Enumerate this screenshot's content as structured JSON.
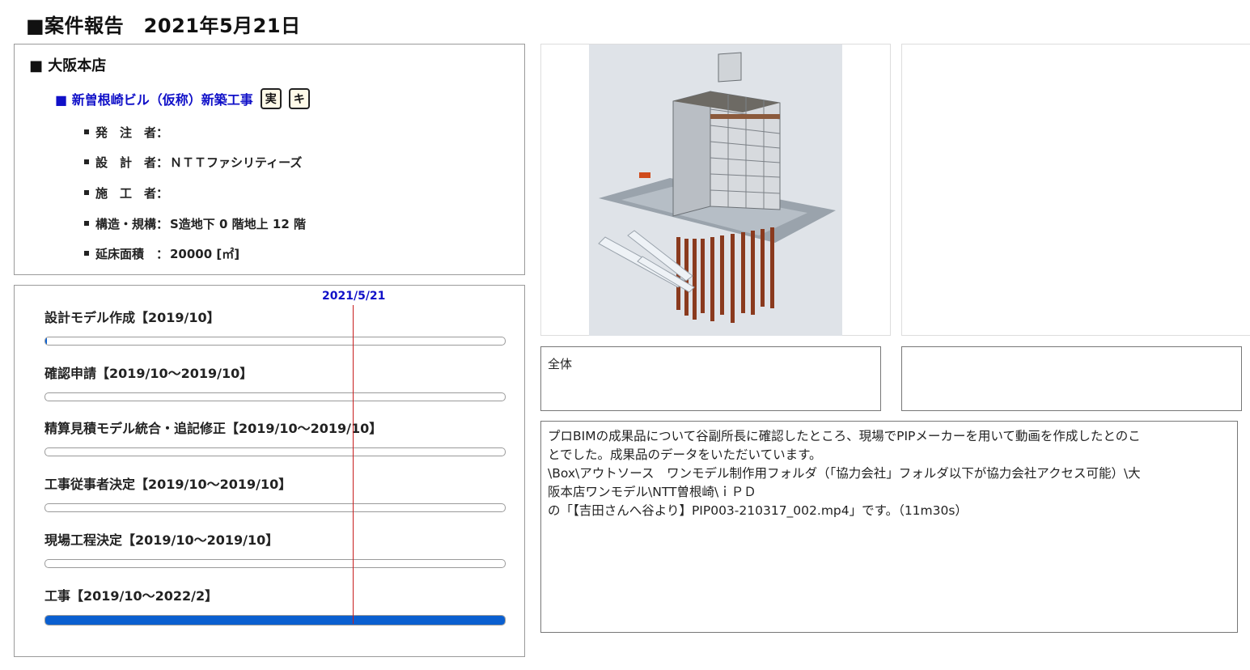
{
  "header": {
    "title": "■案件報告　2021年5月21日"
  },
  "info": {
    "branch": "■ 大阪本店",
    "project": {
      "name": "■ 新曽根崎ビル（仮称）新築工事",
      "tags": [
        "実",
        "キ"
      ]
    },
    "fields": [
      {
        "label": "発　注　者：",
        "value": ""
      },
      {
        "label": "設　計　者：",
        "value": "ＮＴＴファシリティーズ"
      },
      {
        "label": "施　工　者：",
        "value": ""
      },
      {
        "label": "構造・規構：",
        "value": "S造地下 0 階地上 12 階"
      },
      {
        "label": "延床面積　：",
        "value": "20000 [㎡]"
      }
    ]
  },
  "schedule": {
    "today_label": "2021/5/21",
    "tasks": [
      {
        "label": "設計モデル作成【2019/10】",
        "progress": 0.004
      },
      {
        "label": "確認申請【2019/10～2019/10】",
        "progress": 0
      },
      {
        "label": "精算見積モデル統合・追記修正【2019/10～2019/10】",
        "progress": 0
      },
      {
        "label": "工事従事者決定【2019/10～2019/10】",
        "progress": 0
      },
      {
        "label": "現場工程決定【2019/10～2019/10】",
        "progress": 0
      },
      {
        "label": "工事【2019/10～2022/2】",
        "progress": 1.0
      }
    ]
  },
  "images": {
    "caption1": "全体",
    "caption2": ""
  },
  "note": {
    "lines": [
      "プロBIMの成果品について谷副所長に確認したところ、現場でPIPメーカーを用いて動画を作成したとのこ",
      "とでした。成果品のデータをいただいています。",
      "\\Box\\アウトソース　ワンモデル制作用フォルダ（「協力会社」フォルダ以下が協力会社アクセス可能）\\大",
      "阪本店ワンモデル\\NTT曽根崎\\ｉＰＤ",
      "の「【吉田さんへ谷より】PIP003-210317_002.mp4」です。（11m30s）"
    ]
  },
  "colors": {
    "accent": "#1010c8",
    "bar_fill": "#0a5fd0",
    "today_line": "#c81e1e"
  }
}
